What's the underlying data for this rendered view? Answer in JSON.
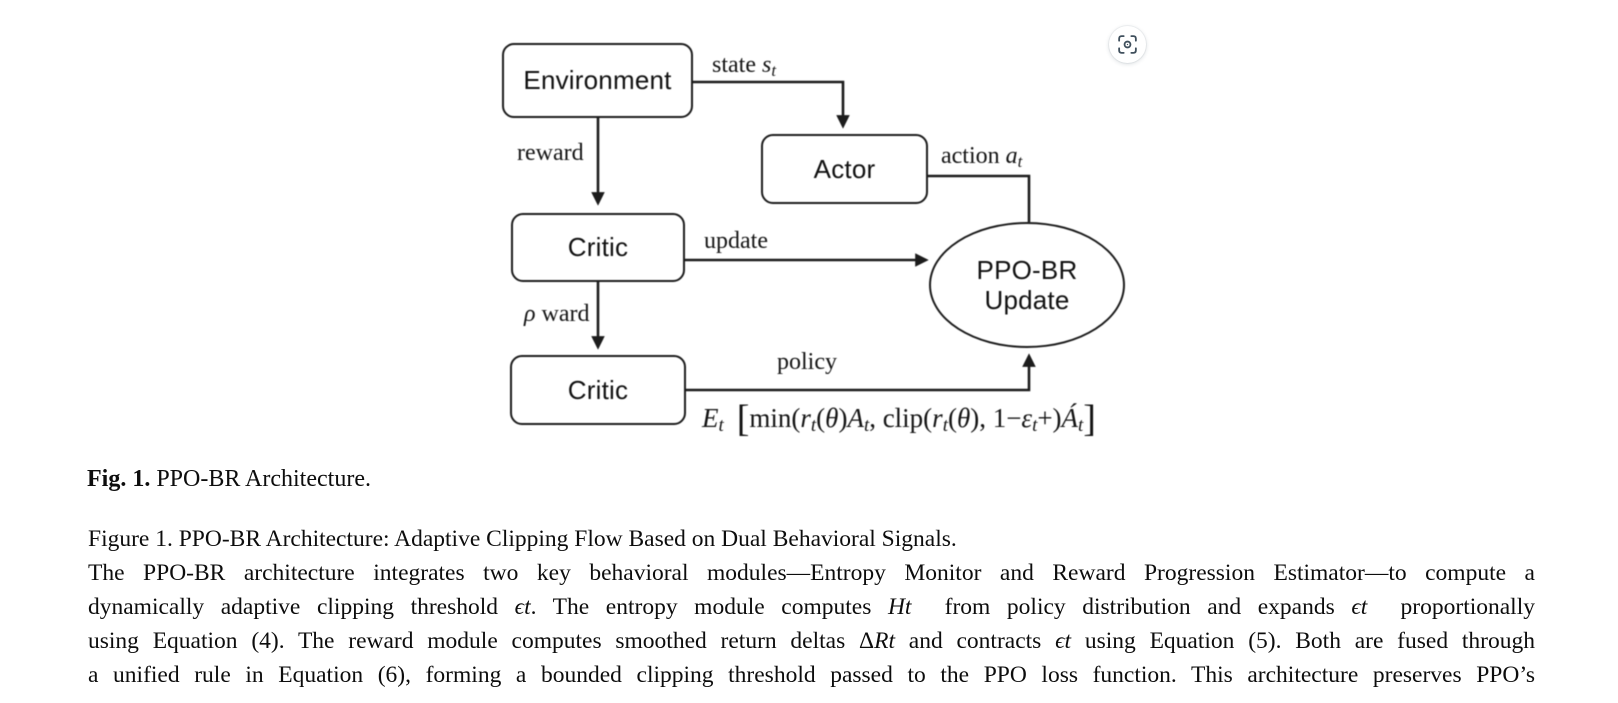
{
  "colors": {
    "ink": "#1c1c1c",
    "icon": "#3f4f5c",
    "background": "#ffffff"
  },
  "viewer": {
    "zoom_button": {
      "icon": "scan-focus-icon"
    }
  },
  "diagram": {
    "nodes": {
      "environment": {
        "label": "Environment"
      },
      "actor": {
        "label": "Actor"
      },
      "critic_top": {
        "label": "Critic"
      },
      "critic_bottom": {
        "label": "Critic"
      },
      "ppo_br_update": {
        "line1": "PPO-BR",
        "line2": "Update"
      }
    },
    "edge_labels": {
      "state": "state *s_{t}*",
      "reward": "reward",
      "update": "update",
      "reward_degraded": "*ρ* ward",
      "policy": "policy",
      "action": "action *a_{t}*"
    },
    "formula": {
      "lhs": "*E_{t}*",
      "lbracket": "[",
      "body": "min(*r_{t}*(*θ*)*A_{t}*, clip(*r_{t}*(*θ*), 1−*ε_{t}*+)*Á_{t}*",
      "rbracket": "]"
    }
  },
  "caption": {
    "label": "Fig. 1.",
    "text": " PPO-BR Architecture."
  },
  "figure_description": {
    "lines": [
      "Figure 1. PPO-BR Architecture: Adaptive Clipping Flow Based on Dual Behavioral Signals.",
      "The PPO-BR architecture integrates two key behavioral modules—Entropy Monitor and Reward Progression Estimator—to compute a",
      "dynamically adaptive clipping threshold *ϵt*. The entropy module computes *Ht*  from policy distribution and expands *ϵt*  proportionally",
      "using Equation (4). The reward module computes smoothed return deltas Δ*Rt* and contracts *ϵt* using Equation (5). Both are fused through",
      "a unified rule in Equation (6), forming a bounded clipping threshold passed to the PPO loss function. This architecture preserves PPO’s"
    ]
  }
}
